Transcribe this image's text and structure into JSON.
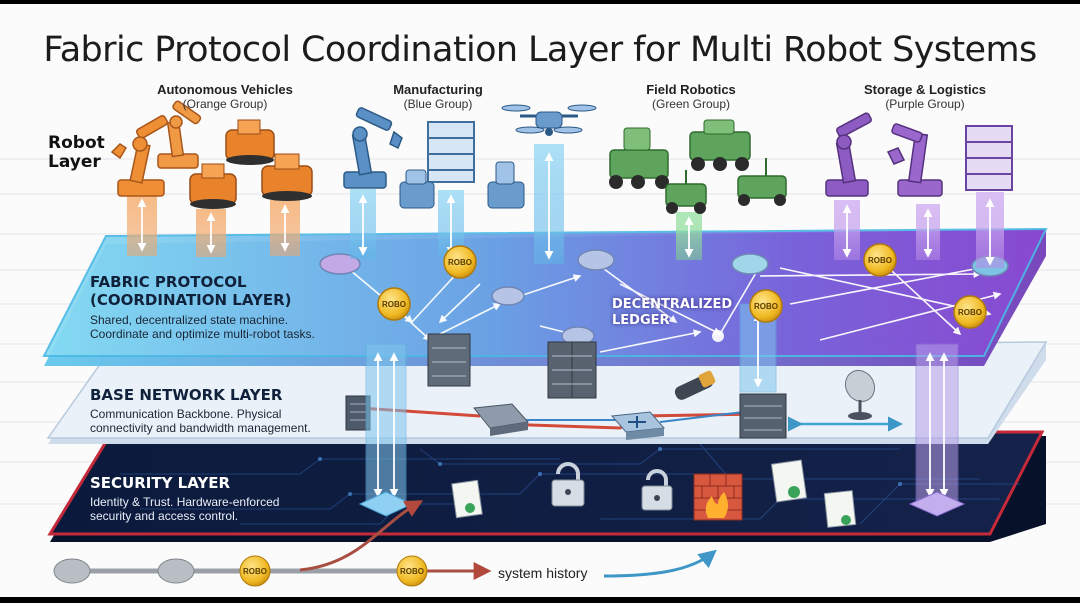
{
  "title": "Fabric Protocol Coordination Layer for Multi Robot Systems",
  "robot_layer_label": "Robot Layer",
  "groups": [
    {
      "name": "Autonomous Vehicles",
      "sub": "(Orange Group)",
      "color": "#e88a2e"
    },
    {
      "name": "Manufacturing",
      "sub": "(Blue Group)",
      "color": "#5b8fc4"
    },
    {
      "name": "Field Robotics",
      "sub": "(Green Group)",
      "color": "#4e9a4a"
    },
    {
      "name": "Storage & Logistics",
      "sub": "(Purple Group)",
      "color": "#8456b8"
    }
  ],
  "layers": {
    "fabric": {
      "title_line1": "FABRIC PROTOCOL",
      "title_line2": "(COORDINATION LAYER)",
      "desc_line1": "Shared, decentralized state machine.",
      "desc_line2": "Coordinate and optimize multi-robot tasks."
    },
    "base": {
      "title": "BASE NETWORK LAYER",
      "desc_line1": "Communication Backbone. Physical",
      "desc_line2": "connectivity and bandwidth management."
    },
    "security": {
      "title": "SECURITY LAYER",
      "desc_line1": "Identity & Trust. Hardware-enforced",
      "desc_line2": "security and access control."
    }
  },
  "ledger_label_line1": "DECENTRALIZED",
  "ledger_label_line2": "LEDGER",
  "token_label": "ROBO",
  "history_label": "system history",
  "colors": {
    "fabric_start": "#7fd3ef",
    "fabric_end": "#8a4fd6",
    "base": "#e6eef6",
    "security": "#0c1a38",
    "coin": "#f2c230",
    "accent_red": "#d8443a"
  }
}
